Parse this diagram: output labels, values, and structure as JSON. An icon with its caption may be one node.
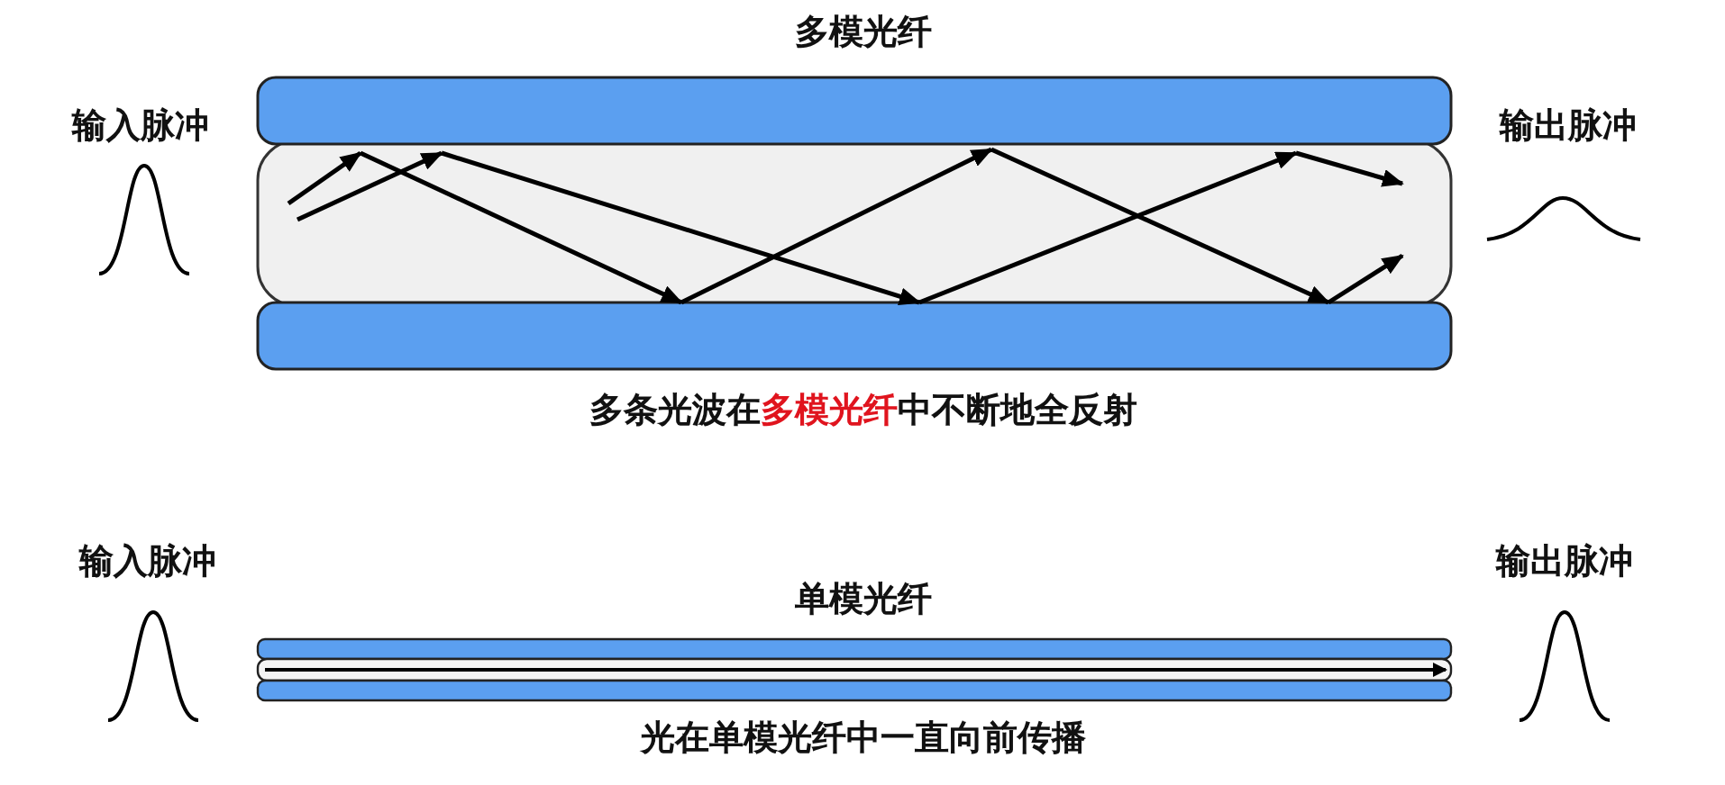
{
  "diagram": {
    "labels": [
      "多模光纤",
      "输入脉冲",
      "输出脉冲",
      "多条光波在**多模光纤**中不断地全反射",
      "输入脉冲",
      "输出脉冲",
      "单模光纤",
      "光在单模光纤中一直向前传播"
    ]
  }
}
